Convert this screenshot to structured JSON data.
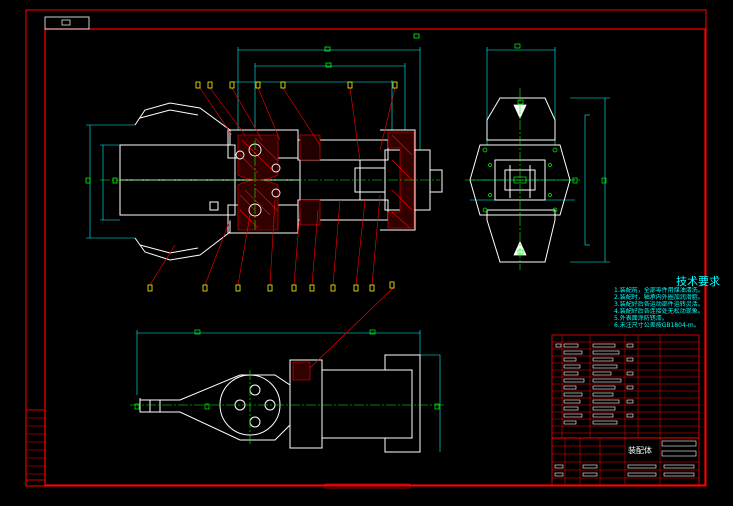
{
  "tech_requirements": {
    "title": "技术要求",
    "lines": [
      "1.装配前，全部零件用煤油清洗。",
      "2.装配时，轴承内外圈加润滑脂。",
      "3.装配好后各运动部件运转灵活。",
      "4.装配好后各连接处无松动现象。",
      "5.外表面涂防锈漆。",
      "6.未注尺寸公差按GB1804-m。"
    ]
  },
  "title_block": {
    "name": "装配体"
  },
  "colors": {
    "background": "#000000",
    "border": "#ff0000",
    "outline": "#ffffff",
    "dimension": "#00ffff",
    "centerline": "#00ff00",
    "hatch": "#ff0000",
    "leader": "#ff0000",
    "label": "#ffff00"
  }
}
